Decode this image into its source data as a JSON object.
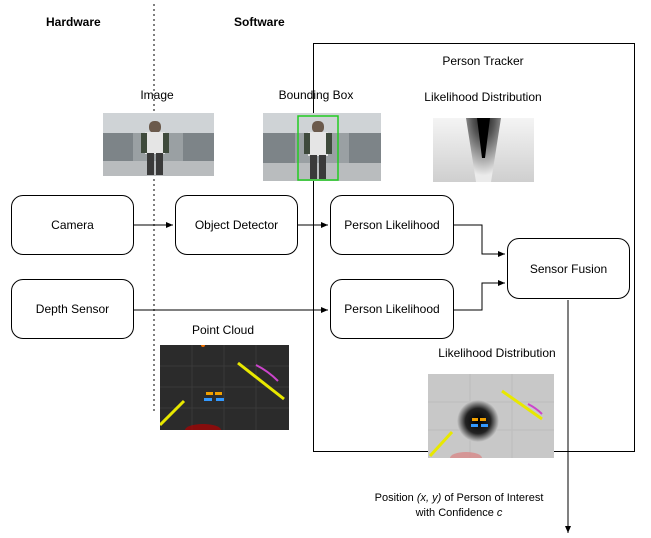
{
  "headers": {
    "hardware": "Hardware",
    "software": "Software"
  },
  "tracker": {
    "title": "Person Tracker"
  },
  "image_labels": {
    "image": "Image",
    "bounding_box": "Bounding Box",
    "likelihood_top": "Likelihood Distribution",
    "point_cloud": "Point Cloud",
    "likelihood_bottom": "Likelihood Distribution"
  },
  "nodes": {
    "camera": "Camera",
    "object_detector": "Object Detector",
    "person_likelihood_top": "Person Likelihood",
    "depth_sensor": "Depth Sensor",
    "person_likelihood_bottom": "Person Likelihood",
    "sensor_fusion": "Sensor Fusion"
  },
  "output": {
    "line1_prefix": "Position ",
    "line1_var": "(x, y)",
    "line1_suffix": " of Person of Interest",
    "line2_prefix": "with Confidence ",
    "line2_var": "c"
  },
  "colors": {
    "bbox": "#22cc22",
    "pointcloud_bg": "#2b2b2b",
    "accent_yellow": "#e8e800"
  }
}
